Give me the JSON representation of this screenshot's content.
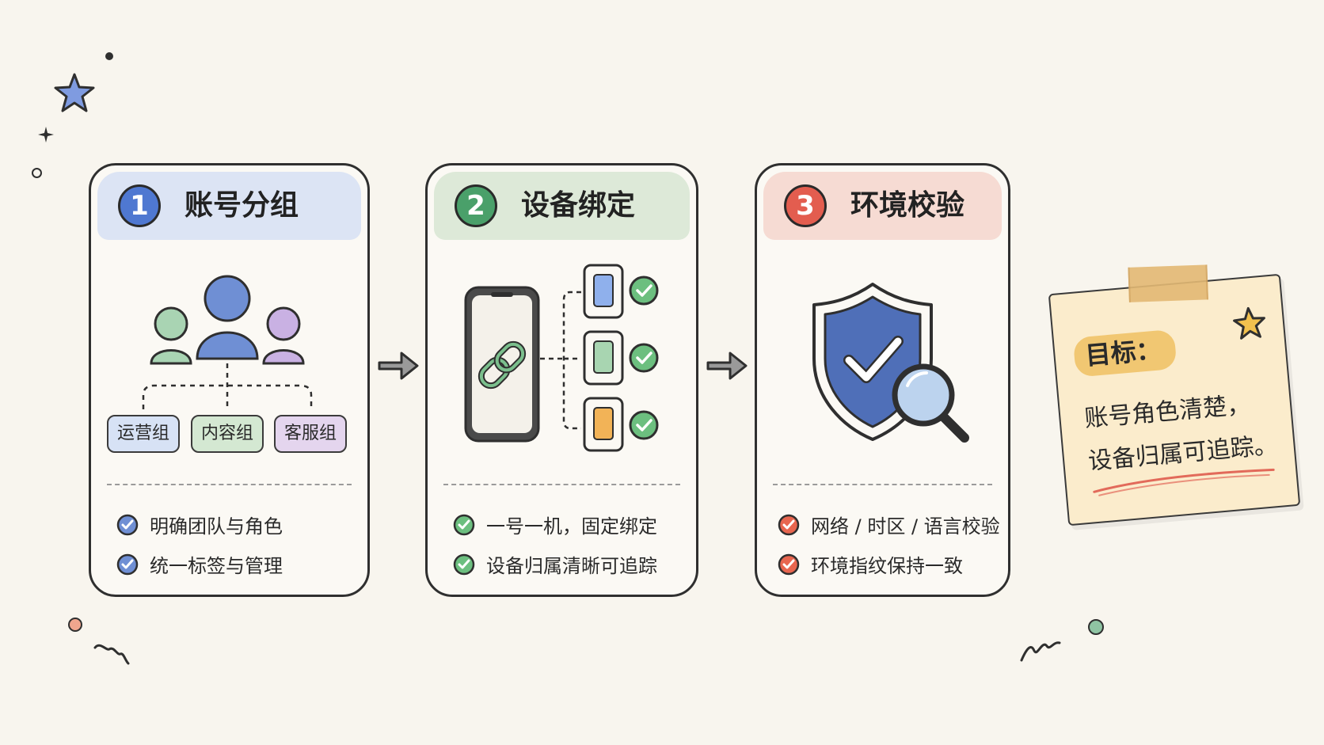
{
  "steps": [
    {
      "number": "1",
      "title": "账号分组",
      "groups": [
        "运营组",
        "内容组",
        "客服组"
      ],
      "checks": [
        "明确团队与角色",
        "统一标签与管理"
      ],
      "accent": "#4f78d1"
    },
    {
      "number": "2",
      "title": "设备绑定",
      "checks": [
        "一号一机，固定绑定",
        "设备归属清晰可追踪"
      ],
      "accent": "#4aa06a"
    },
    {
      "number": "3",
      "title": "环境校验",
      "checks": [
        "网络 / 时区 / 语言校验",
        "环境指纹保持一致"
      ],
      "accent": "#e35d4f"
    }
  ],
  "note": {
    "label": "目标：",
    "lines": [
      "账号角色清楚，",
      "设备归属可追踪。"
    ]
  },
  "icons": {
    "people": "people-group-icon",
    "phone": "phone-icon",
    "link": "chain-link-icon",
    "shield": "shield-check-icon",
    "magnifier": "magnifier-icon",
    "check": "check-circle-icon",
    "arrow": "arrow-right-icon"
  }
}
